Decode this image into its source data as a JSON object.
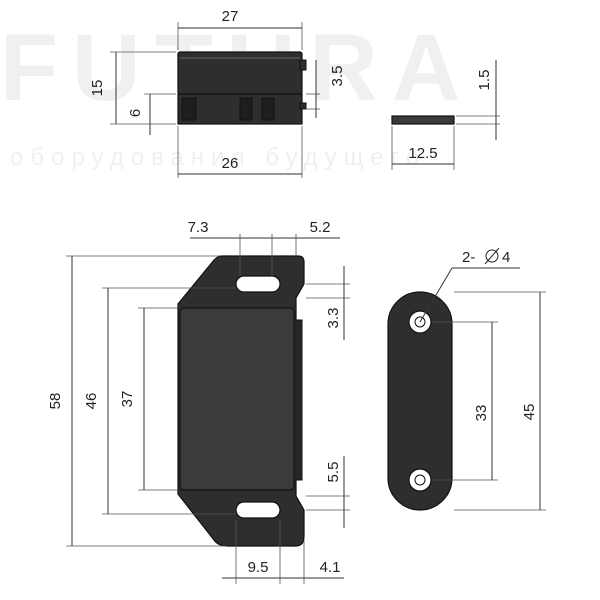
{
  "watermark": {
    "brand": "FUTURA",
    "tagline": "оборудования будущего"
  },
  "top_view": {
    "dim_width_top": "27",
    "dim_height_total": "15",
    "dim_height_base": "6",
    "dim_step": "3.5",
    "dim_width_bottom": "26"
  },
  "plate_side": {
    "dim_thickness": "1.5",
    "dim_length": "12.5"
  },
  "front_view": {
    "dim_hole_offset": "7.3",
    "dim_hole_right": "5.2",
    "dim_total_height": "58",
    "dim_mid_height": "46",
    "dim_body_height": "37",
    "dim_top_margin": "3.3",
    "dim_bottom_margin": "5.5",
    "dim_slot_width": "9.5",
    "dim_slot_right": "4.1"
  },
  "plate_front": {
    "dim_holes": "2-",
    "dim_hole_diameter": "4",
    "dim_hole_spacing": "33",
    "dim_plate_length": "45"
  },
  "colors": {
    "part": "#2e2e2e",
    "line": "#333333",
    "watermark": "#f0f0f0"
  }
}
